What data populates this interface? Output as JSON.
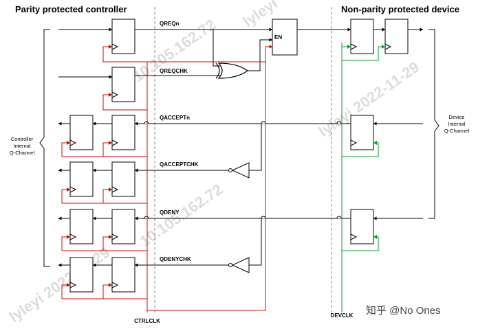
{
  "titles": {
    "left": "Parity protected controller",
    "right": "Non-parity protected device"
  },
  "signals": {
    "qreqn": "QREQn",
    "qreqchk": "QREQCHK",
    "qacceptn": "QACCEPTn",
    "qacceptchk": "QACCEPTCHK",
    "qdeny": "QDENY",
    "qdenychk": "QDENYCHK"
  },
  "enable_label": "EN",
  "clocks": {
    "controller": "CTRLCLK",
    "device": "DEVCLK"
  },
  "side_labels": {
    "controller": [
      "Controller",
      "Internal",
      "Q-Channel"
    ],
    "device": [
      "Device",
      "Internal",
      "Q-Channel"
    ]
  },
  "watermarks": [
    "lyleyi 2022-11-29",
    "10.105.162.72",
    "lyleyi 2022-11-29",
    "10.105.162.72",
    "lyleyi"
  ],
  "brand": "知乎 @No Ones",
  "colors": {
    "controller_clock": "#dd0000",
    "device_clock": "#00a030",
    "wire": "#000000"
  }
}
